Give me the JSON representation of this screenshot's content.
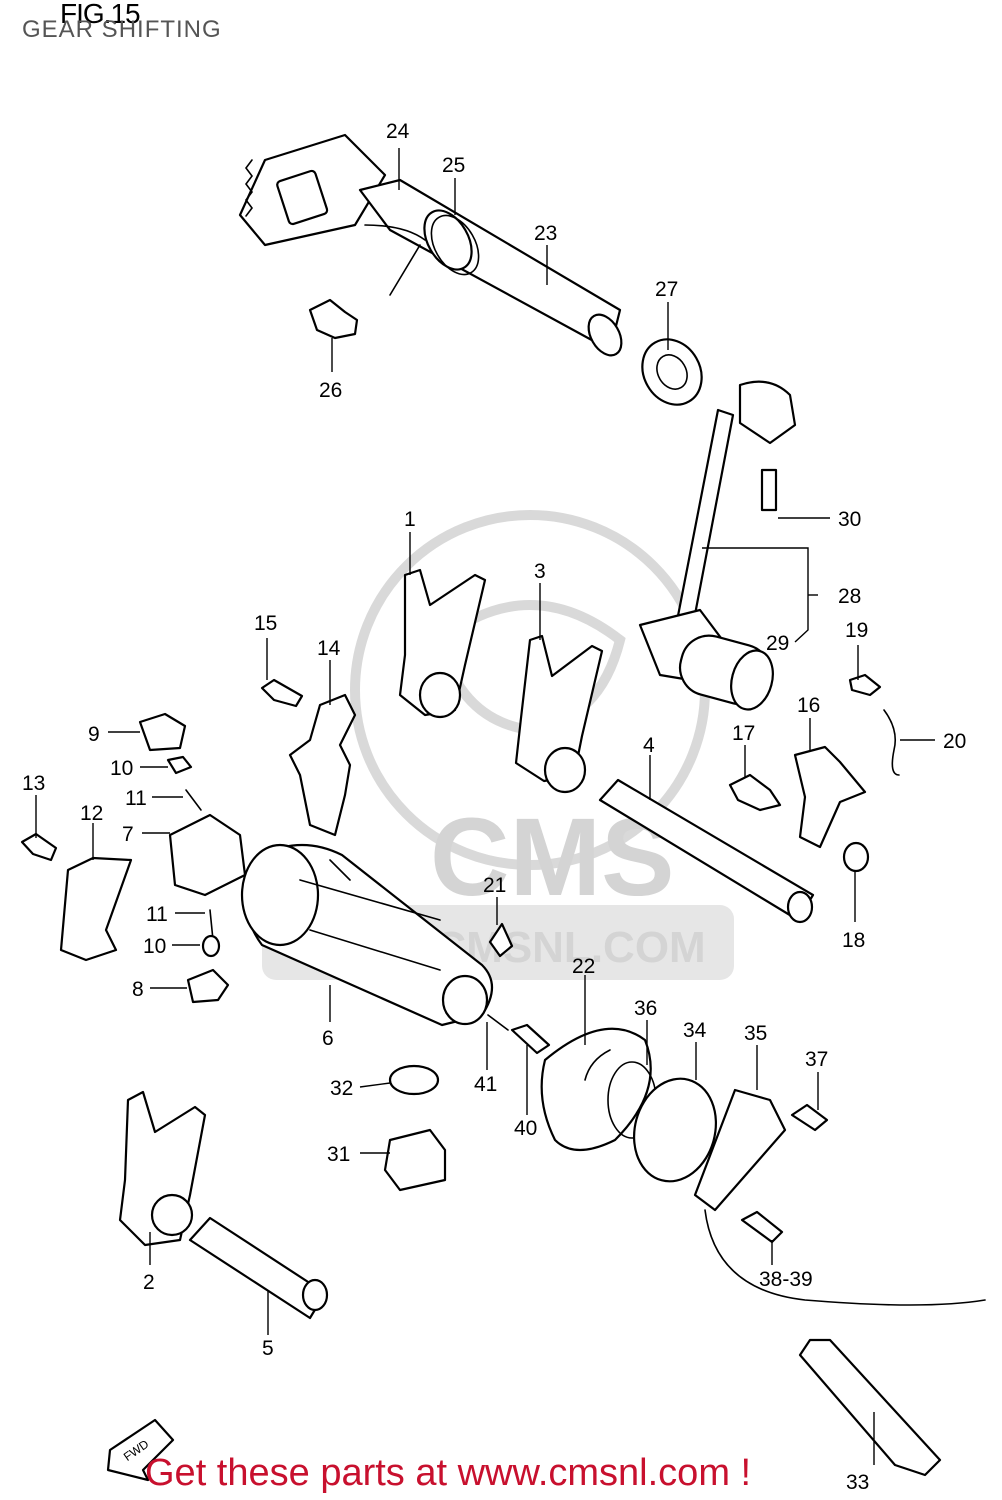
{
  "figure": {
    "title": "FIG.15",
    "subtitle": "GEAR SHIFTING"
  },
  "watermark": {
    "brand": "CMS",
    "url": "WWW.CMSNL.COM"
  },
  "direction_tag": "FWD",
  "callouts": [
    "1",
    "2",
    "3",
    "4",
    "5",
    "6",
    "7",
    "8",
    "9",
    "10",
    "10",
    "11",
    "11",
    "12",
    "13",
    "14",
    "15",
    "16",
    "17",
    "18",
    "19",
    "20",
    "21",
    "22",
    "23",
    "24",
    "25",
    "26",
    "27",
    "28",
    "29",
    "30",
    "31",
    "32",
    "33",
    "34",
    "35",
    "36",
    "37",
    "38-39",
    "40",
    "41"
  ],
  "footer": {
    "link_text": "Get these parts at www.cmsnl.com !"
  },
  "colors": {
    "footer_text": "#c8102e",
    "watermark": "#d4d4d4",
    "line": "#000000"
  }
}
